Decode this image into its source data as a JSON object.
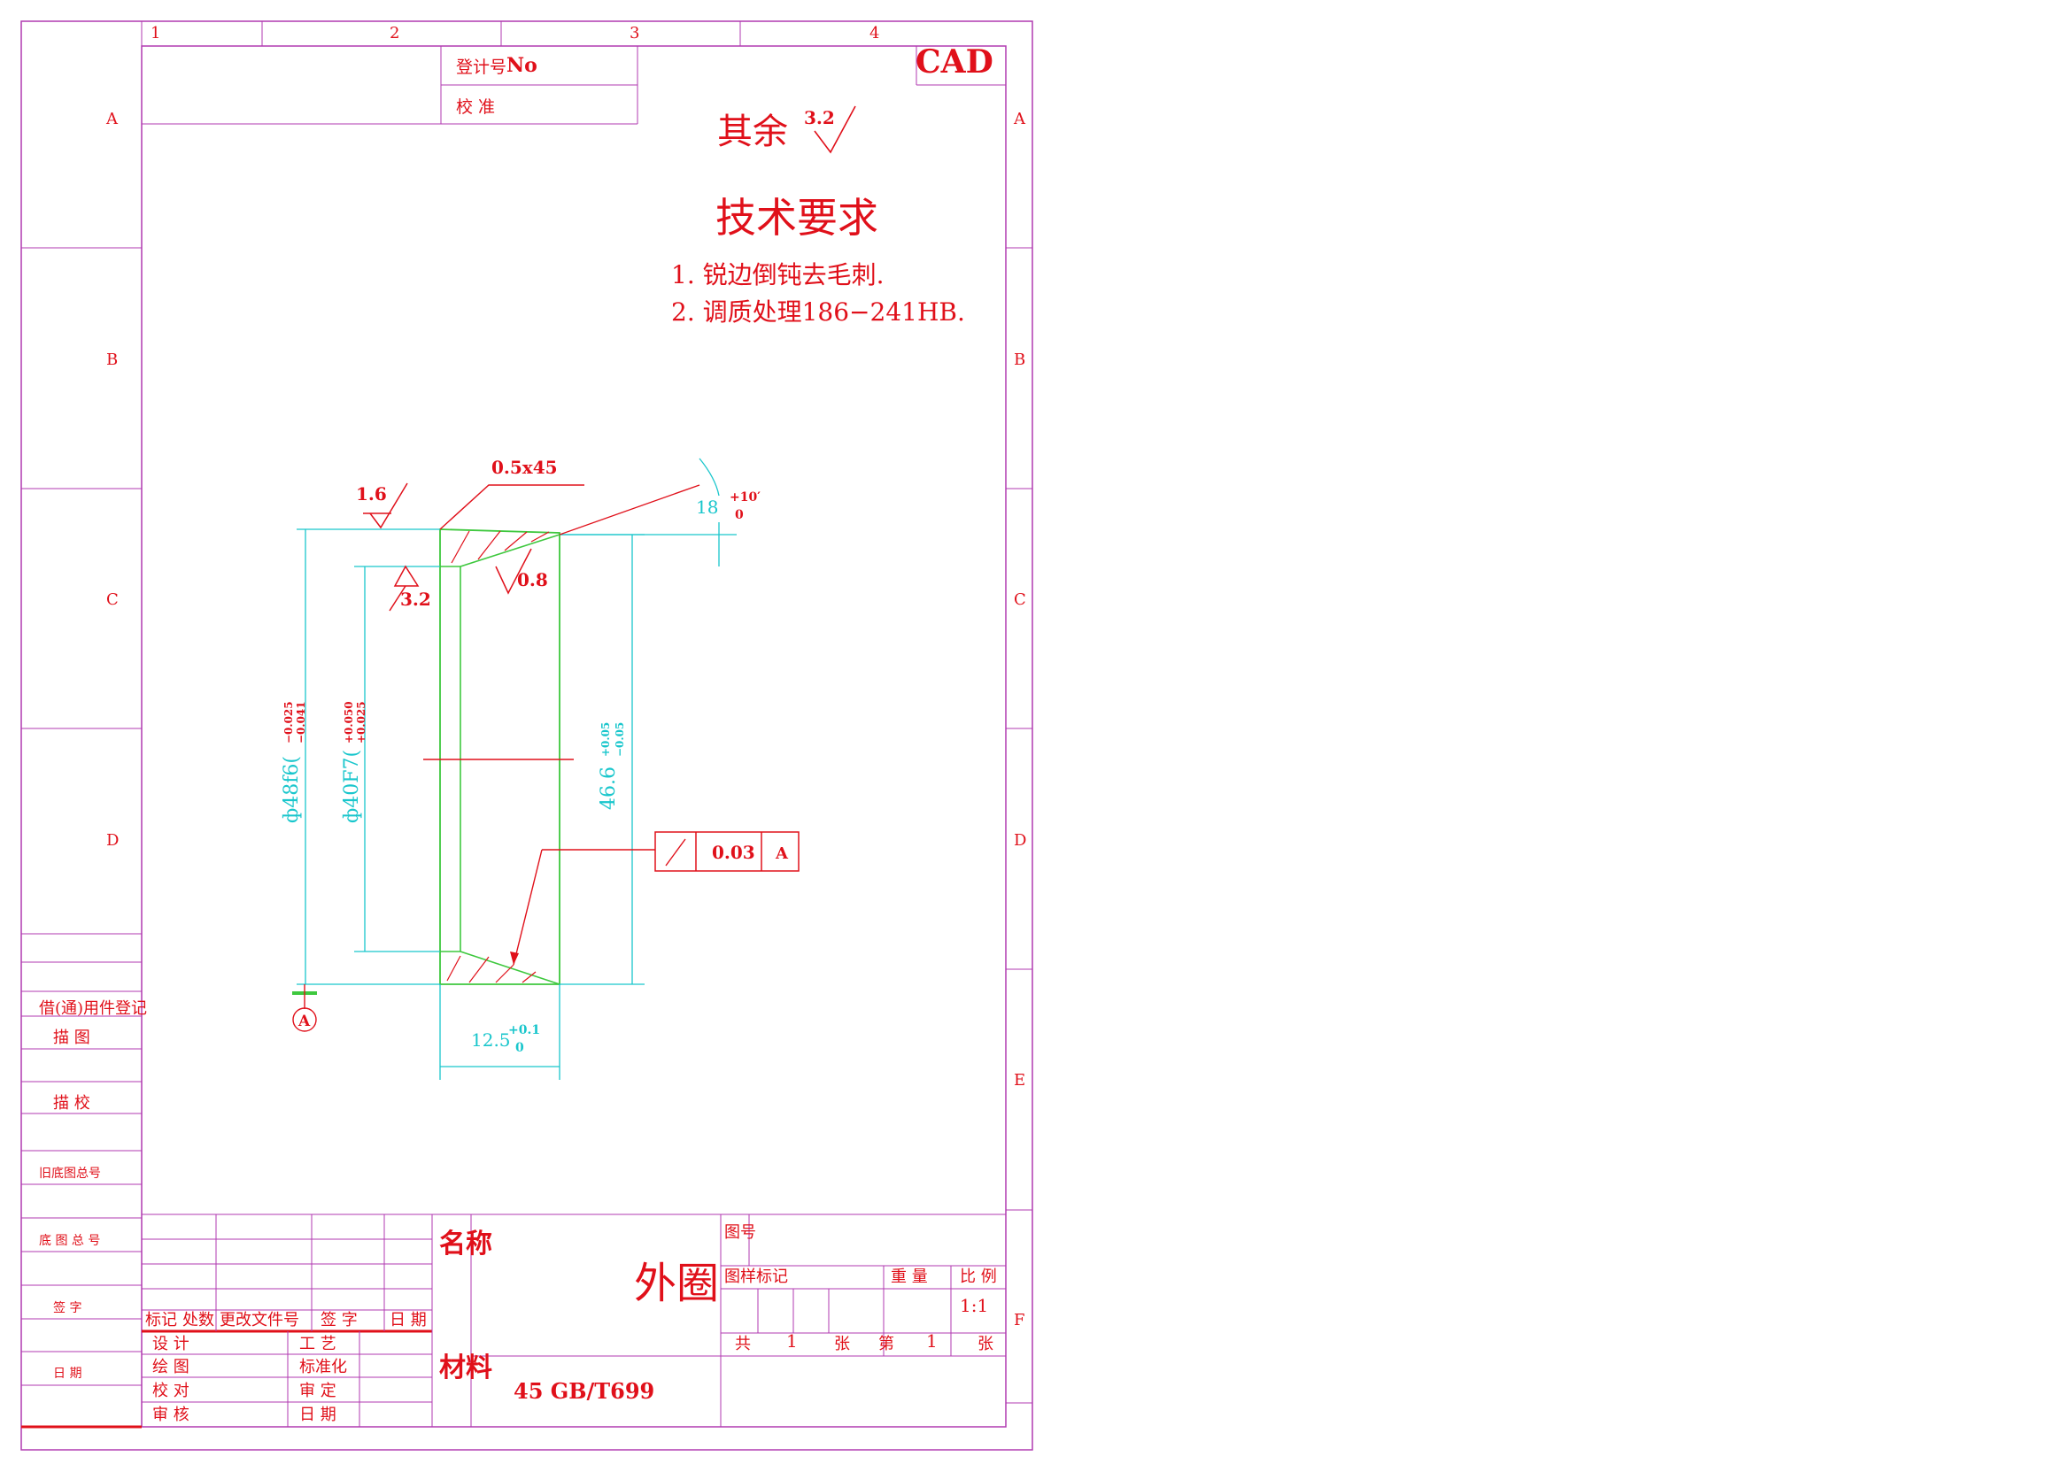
{
  "frame": {
    "col_labels": [
      "1",
      "2",
      "3",
      "4"
    ],
    "row_labels": [
      "A",
      "B",
      "C",
      "D",
      "E",
      "F"
    ]
  },
  "top_box": {
    "register_no": "登计号",
    "register_no_suffix": "No",
    "proof": "校 准"
  },
  "cad_badge": "CAD",
  "roughness_rest": {
    "label": "其余",
    "value": "3.2"
  },
  "tech_req": {
    "title": "技术要求",
    "items": [
      "1. 锐边倒钝去毛刺.",
      "2. 调质处理186−241HB."
    ]
  },
  "part_dims": {
    "chamfer": "0.5x45",
    "angle": "18",
    "angle_tol_upper": "+10′",
    "angle_tol_lower": "0",
    "rough_top": "1.6",
    "rough_inner": "3.2",
    "rough_chamfer": "0.8",
    "outer_dia": "ф48f6(",
    "outer_tol_upper": "−0.025",
    "outer_tol_lower": "−0.041",
    "inner_dia": "ф40F7(",
    "inner_tol_upper": "+0.050",
    "inner_tol_lower": "+0.025",
    "right_dia": "46.6",
    "right_tol_upper": "+0.05",
    "right_tol_lower": "−0.05",
    "width": "12.5",
    "width_tol_upper": "+0.1",
    "width_tol_lower": "0",
    "datum": "A"
  },
  "gdt": {
    "symbol": "runout-arrow-icon",
    "tolerance": "0.03",
    "datum": "A"
  },
  "left_strip": {
    "labels": [
      "借(通)用件登记",
      "描  图",
      "描  校",
      "旧底图总号",
      "底 图 总 号",
      "签    字",
      "日    期"
    ]
  },
  "title_block": {
    "headers": [
      "标记",
      "处数",
      "更改文件号",
      "签    字",
      "日 期"
    ],
    "roles_left": [
      "设  计",
      "绘  图",
      "校  对",
      "审  核"
    ],
    "roles_right": [
      "工  艺",
      "标准化",
      "审  定",
      "日  期"
    ],
    "name_label": "名称",
    "material_label": "材料",
    "part_name": "外圈",
    "material": "45 GB/T699",
    "drawing_no_label": "图号",
    "sample_mark": "图样标记",
    "weight": "重  量",
    "scale_label": "比 例",
    "scale": "1:1",
    "total": "共",
    "total_count": "1",
    "sheet_unit": "张",
    "sheet": "第",
    "sheet_count": "1",
    "sheet_unit2": "张"
  },
  "colors": {
    "frame": "#b03ab0",
    "text": "#e0101a",
    "dimension": "#19c6cc",
    "outline": "#3ec83e"
  }
}
